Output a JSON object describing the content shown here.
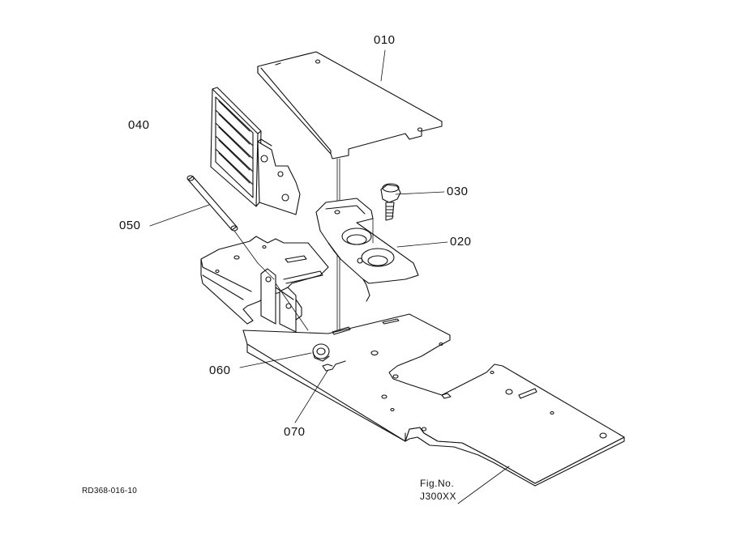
{
  "callouts": {
    "p010": "010",
    "p020": "020",
    "p030": "030",
    "p040": "040",
    "p050": "050",
    "p060": "060",
    "p070": "070"
  },
  "drawing_code": "RD368-016-10",
  "figure": {
    "prefix": "Fig.No.",
    "number": "J300XX"
  }
}
